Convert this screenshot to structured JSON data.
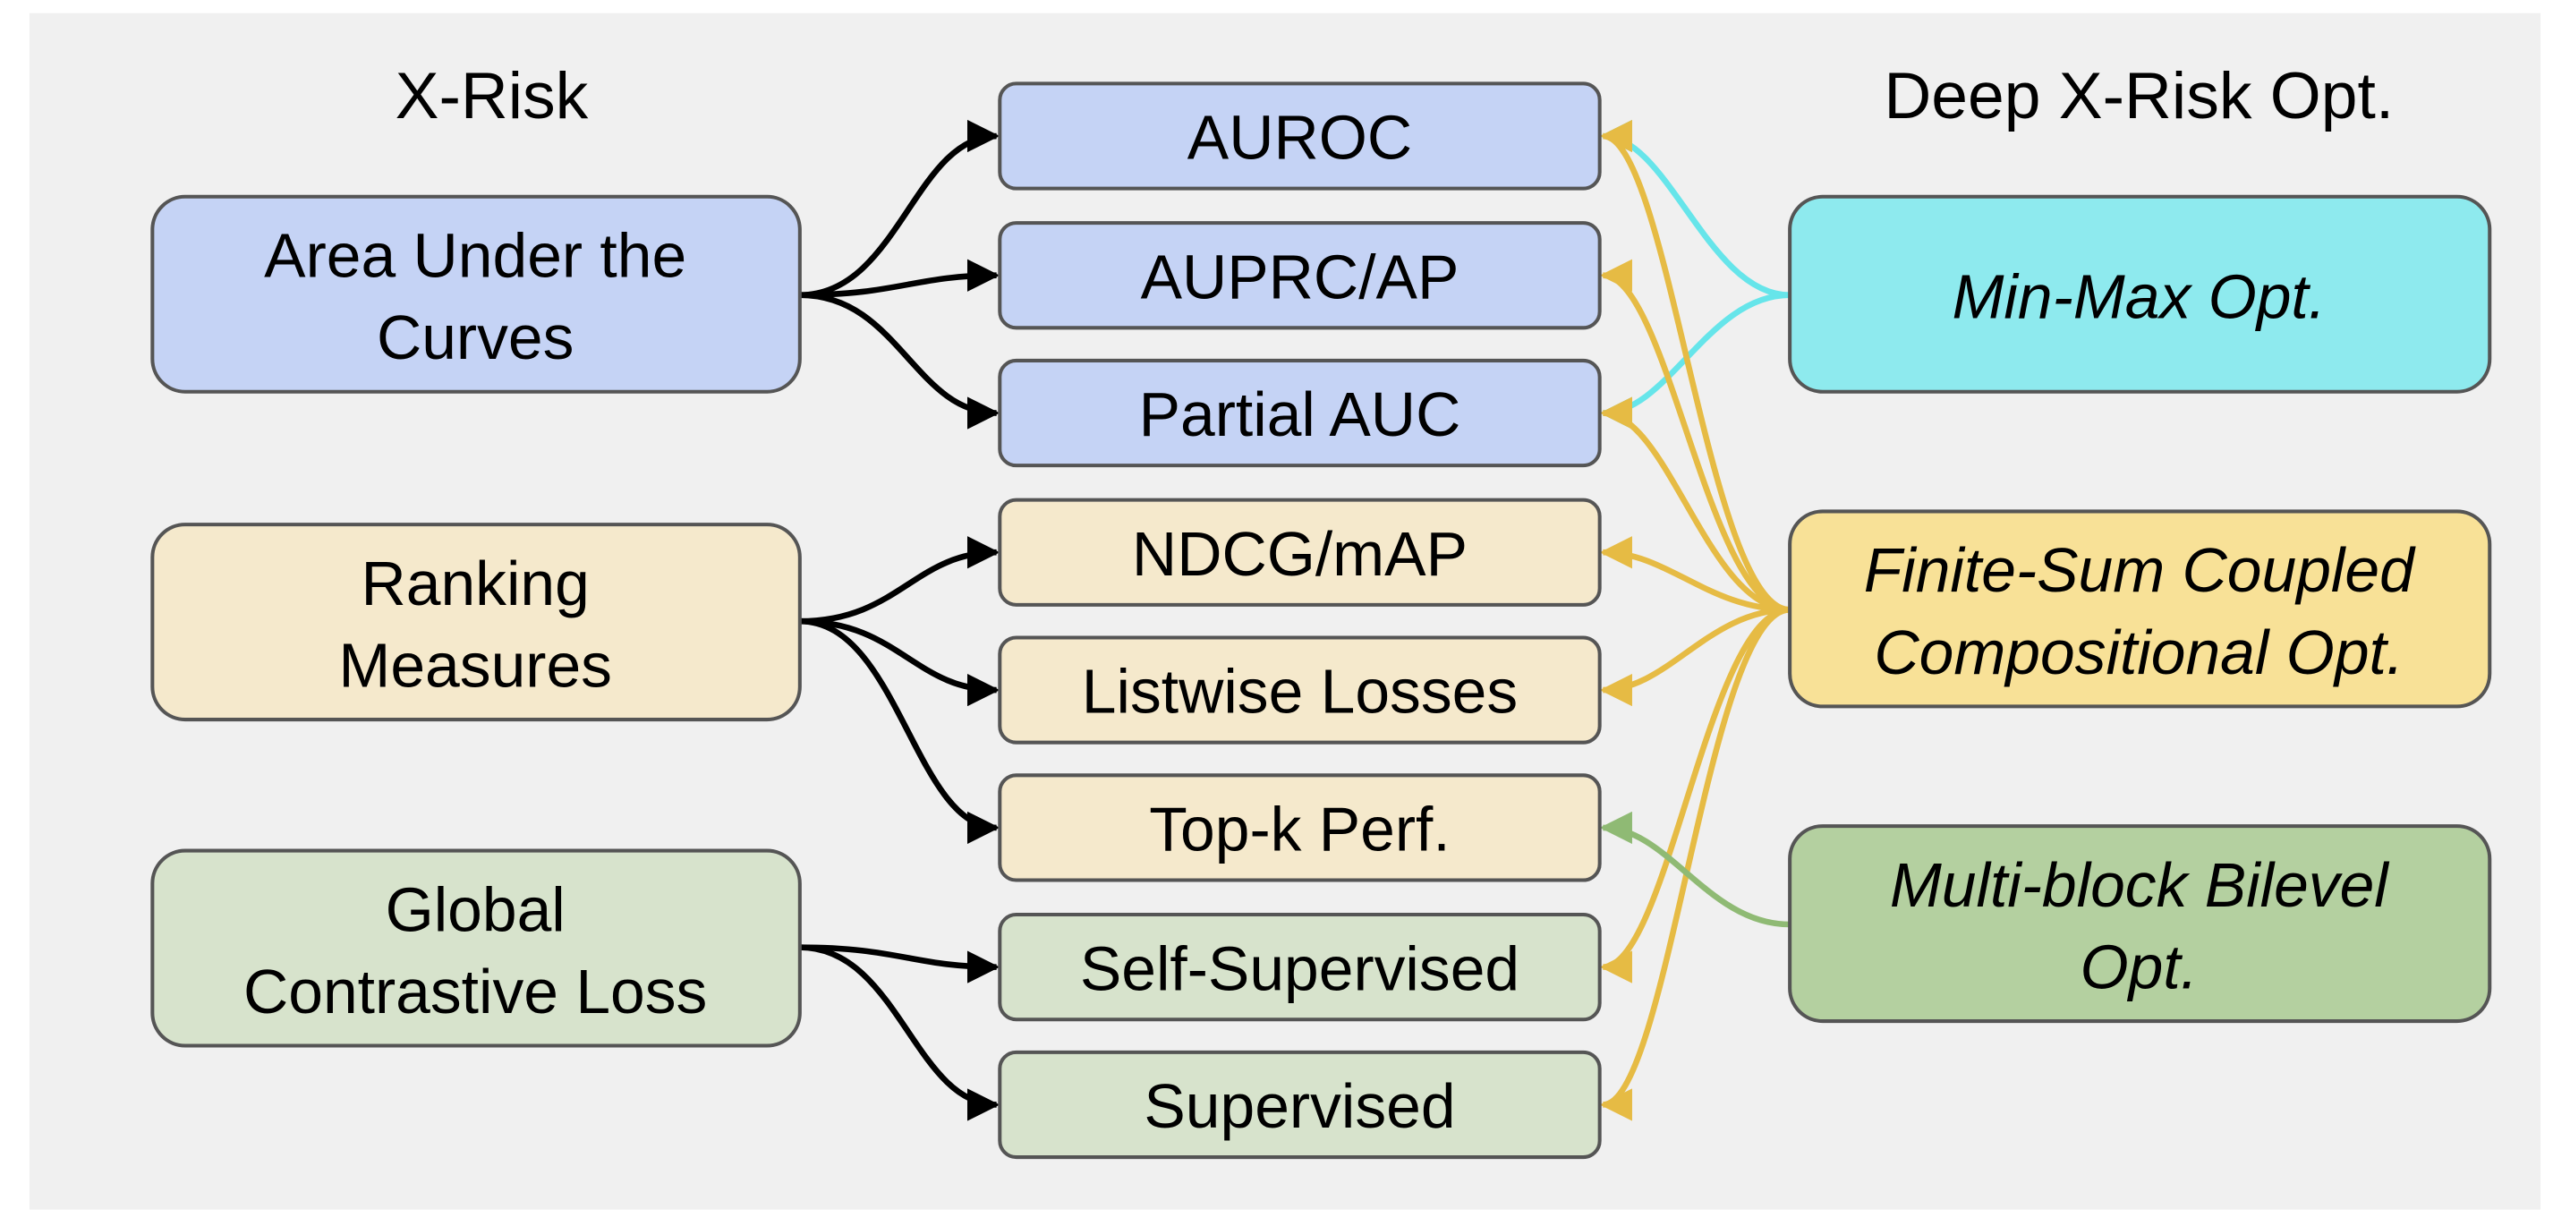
{
  "headers": {
    "left": "X-Risk",
    "right": "Deep X-Risk Opt."
  },
  "colors": {
    "background": "#f0f0f0",
    "auc_fill": "#c5d3f5",
    "ranking_fill": "#f5e9cc",
    "contrastive_fill": "#d7e3cc",
    "minmax_fill": "#8eeaee",
    "finite_sum_fill": "#f8e197",
    "bilevel_fill": "#b4d0a0",
    "black_edge": "#000000",
    "minmax_edge": "#66e5ea",
    "finite_sum_edge": "#e6bb44",
    "bilevel_edge": "#8fba74",
    "border": "#555555"
  },
  "left_nodes": [
    {
      "id": "auc",
      "lines": [
        "Area Under the",
        "Curves"
      ]
    },
    {
      "id": "ranking",
      "lines": [
        "Ranking",
        "Measures"
      ]
    },
    {
      "id": "contrastive",
      "lines": [
        "Global",
        "Contrastive Loss"
      ]
    }
  ],
  "middle_nodes": [
    {
      "id": "auroc",
      "label": "AUROC",
      "group": "auc"
    },
    {
      "id": "auprc",
      "label": "AUPRC/AP",
      "group": "auc"
    },
    {
      "id": "pauc",
      "label": "Partial AUC",
      "group": "auc"
    },
    {
      "id": "ndcg",
      "label": "NDCG/mAP",
      "group": "ranking"
    },
    {
      "id": "listwise",
      "label": "Listwise Losses",
      "group": "ranking"
    },
    {
      "id": "topk",
      "label": "Top-k Perf.",
      "group": "ranking"
    },
    {
      "id": "selfsup",
      "label": "Self-Supervised",
      "group": "contrastive"
    },
    {
      "id": "sup",
      "label": "Supervised",
      "group": "contrastive"
    }
  ],
  "right_nodes": [
    {
      "id": "minmax",
      "lines": [
        "Min-Max Opt."
      ]
    },
    {
      "id": "finite",
      "lines": [
        "Finite-Sum Coupled",
        "Compositional Opt."
      ]
    },
    {
      "id": "bilevel",
      "lines": [
        "Multi-block Bilevel",
        "Opt."
      ]
    }
  ],
  "edges": {
    "left_to_middle": [
      [
        "auc",
        "auroc"
      ],
      [
        "auc",
        "auprc"
      ],
      [
        "auc",
        "pauc"
      ],
      [
        "ranking",
        "ndcg"
      ],
      [
        "ranking",
        "listwise"
      ],
      [
        "ranking",
        "topk"
      ],
      [
        "contrastive",
        "selfsup"
      ],
      [
        "contrastive",
        "sup"
      ]
    ],
    "right_to_middle": [
      [
        "minmax",
        "auroc"
      ],
      [
        "minmax",
        "pauc"
      ],
      [
        "finite",
        "auroc"
      ],
      [
        "finite",
        "auprc"
      ],
      [
        "finite",
        "pauc"
      ],
      [
        "finite",
        "ndcg"
      ],
      [
        "finite",
        "listwise"
      ],
      [
        "finite",
        "selfsup"
      ],
      [
        "finite",
        "sup"
      ],
      [
        "bilevel",
        "topk"
      ]
    ]
  }
}
